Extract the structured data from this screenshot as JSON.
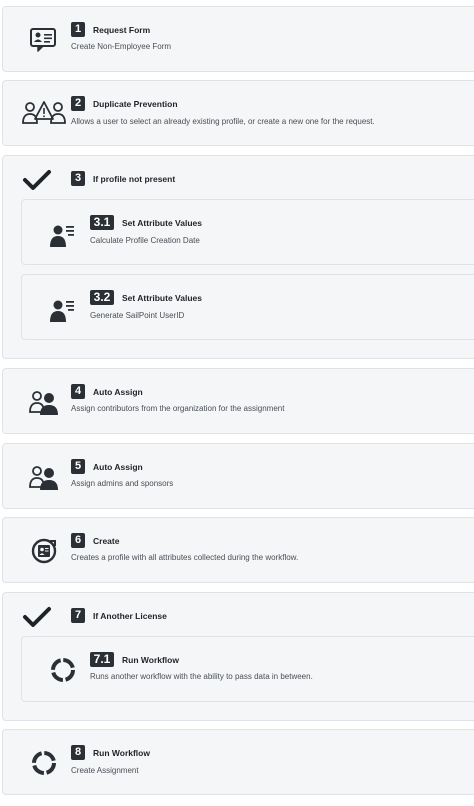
{
  "steps": [
    {
      "number": "1",
      "title": "Request Form",
      "description": "Create Non-Employee Form",
      "icon": "form-icon"
    },
    {
      "number": "2",
      "title": "Duplicate Prevention",
      "description": "Allows a user to select an already existing profile, or create a new one for the request.",
      "icon": "users-warning-icon"
    },
    {
      "number": "3",
      "title": "If profile not present",
      "description": "",
      "icon": "checkmark-icon",
      "children": [
        {
          "number": "3.1",
          "title": "Set Attribute Values",
          "description": "Calculate Profile Creation Date",
          "icon": "profile-list-icon"
        },
        {
          "number": "3.2",
          "title": "Set Attribute Values",
          "description": "Generate SailPoint UserID",
          "icon": "profile-list-icon"
        }
      ]
    },
    {
      "number": "4",
      "title": "Auto Assign",
      "description": "Assign contributors from the organization for the assignment",
      "icon": "users-icon"
    },
    {
      "number": "5",
      "title": "Auto Assign",
      "description": "Assign admins and sponsors",
      "icon": "users-icon"
    },
    {
      "number": "6",
      "title": "Create",
      "description": "Creates a profile with all attributes collected during the workflow.",
      "icon": "profile-create-icon"
    },
    {
      "number": "7",
      "title": "If Another License",
      "description": "",
      "icon": "checkmark-icon",
      "children": [
        {
          "number": "7.1",
          "title": "Run Workflow",
          "description": "Runs another workflow with the ability to pass data in between.",
          "icon": "workflow-cycle-icon"
        }
      ]
    },
    {
      "number": "8",
      "title": "Run Workflow",
      "description": "Create Assignment",
      "icon": "workflow-cycle-icon"
    }
  ]
}
